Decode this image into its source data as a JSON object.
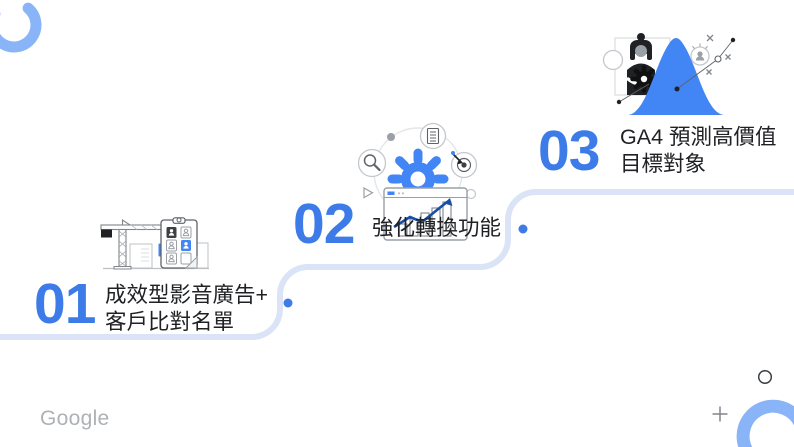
{
  "slide": {
    "brand_logo": "Google",
    "steps": [
      {
        "number": "01",
        "line1": "成效型影音廣告+",
        "line2": "客戶比對名單"
      },
      {
        "number": "02",
        "line1": "強化轉換功能"
      },
      {
        "number": "03",
        "line1": "GA4 預測高價值",
        "line2": "目標對象"
      }
    ],
    "colors": {
      "accent_blue": "#4285F4",
      "number_blue": "#3D7CE8",
      "dark_arrow_blue": "#174EA6",
      "path_blue": "#DAE4F6",
      "arc_blue": "#8AB4F8",
      "text_dark": "#202124",
      "logo_gray": "#AEB1B5",
      "line_gray": "#9AA0A6"
    }
  }
}
